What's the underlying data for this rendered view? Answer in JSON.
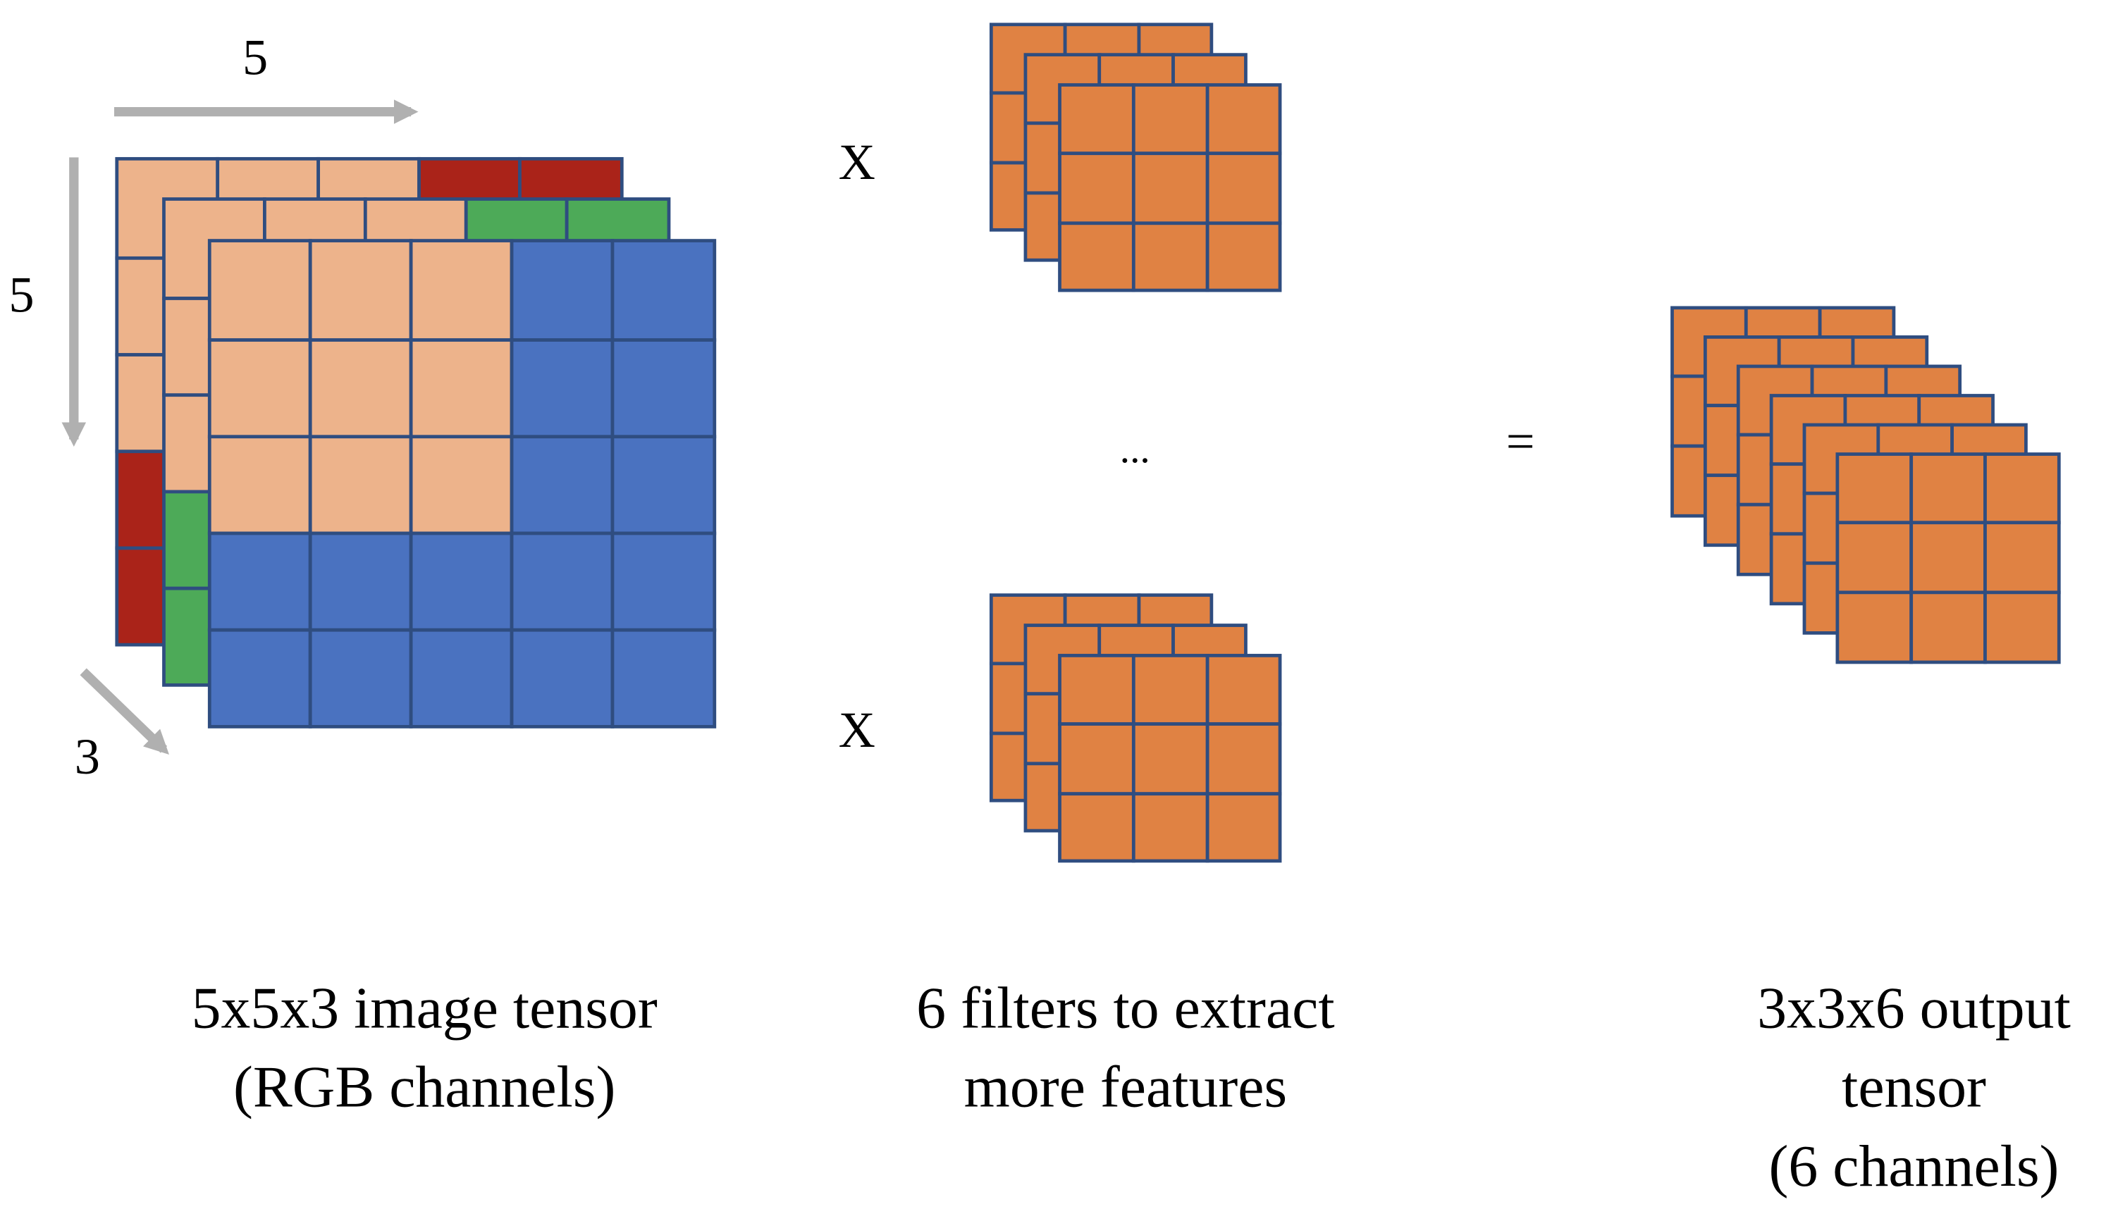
{
  "colors": {
    "peach": "#EDB38B",
    "red": "#AA2319",
    "green": "#4DAA58",
    "blue": "#4A72C0",
    "orange": "#E08243",
    "grid_stroke": "#2F4D80",
    "arrow": "#B0B0B0"
  },
  "input_tensor": {
    "dim_width": "5",
    "dim_height": "5",
    "dim_depth": "3",
    "caption_line1": "5x5x3 image tensor",
    "caption_line2": "(RGB channels)"
  },
  "filters": {
    "operator_top": "X",
    "operator_bottom": "X",
    "ellipsis": "...",
    "caption_line1": "6 filters to extract",
    "caption_line2": "more features"
  },
  "equals_sign": "=",
  "output_tensor": {
    "caption_line1": "3x3x6 output",
    "caption_line2": "tensor",
    "caption_line3": "(6 channels)"
  }
}
